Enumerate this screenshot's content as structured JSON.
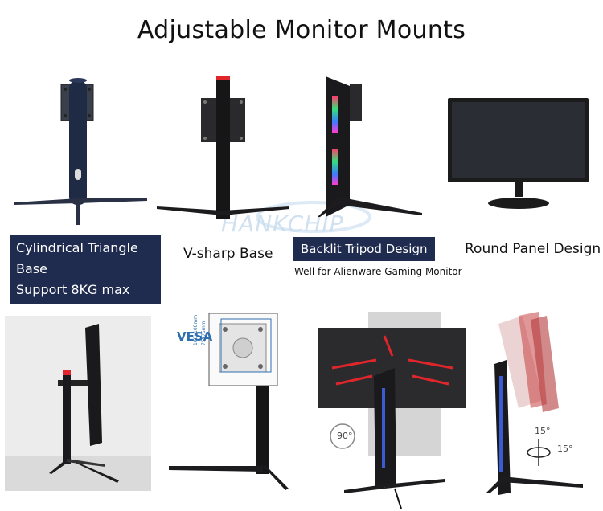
{
  "title": "Adjustable Monitor Mounts",
  "watermark": "HANKCHIP",
  "labels": {
    "cylindrical_line1": "Cylindrical Triangle Base",
    "cylindrical_line2": "Support 8KG max",
    "v_sharp": "V-sharp Base",
    "backlit": "Backlit Tripod Design",
    "backlit_note": "Well for Alienware Gaming Monitor",
    "round_panel": "Round Panel Design",
    "vesa": "VESA",
    "vesa_dim_1": "100x100mm",
    "vesa_dim_2": "75x75mm",
    "rotate_90": "90°",
    "tilt_top": "15°",
    "tilt_side": "15°"
  },
  "colors": {
    "label_bg": "#1f2b4f",
    "accent_red": "#e0262b",
    "vesa_blue": "#2f6fb0",
    "stand_dark": "#1c1c1e",
    "photo_bg": "#ececec"
  }
}
